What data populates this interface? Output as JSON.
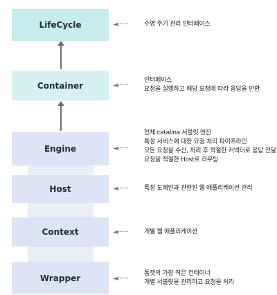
{
  "diagram": {
    "layers": [
      {
        "label": "LifeCycle",
        "description": [
          "수명 주기 관리 인터페이스"
        ]
      },
      {
        "label": "Container",
        "description": [
          "인터페이스",
          "요청을 실행하고 해당 요청에 따라 응답을 반환"
        ]
      },
      {
        "label": "Engine",
        "description": [
          "전체 catalina 서블릿 엔진",
          "특정 서비스에 대한 요청 처리 파이프라인",
          "모든 요청을 수신, 처리 후 적절한 커넥터로 응답 전달",
          "요청을 적절한 Host로 라우팅"
        ]
      },
      {
        "label": "Host",
        "description": [
          "특정 도메인과 관련된 웹 애플리케이션 관리"
        ]
      },
      {
        "label": "Context",
        "description": [
          "개별 웹 애플리케이션"
        ]
      },
      {
        "label": "Wrapper",
        "description": [
          "톰캣의 가장 작은 컨테이너",
          "개별 서블릿을 관리하고 요청을 처리"
        ]
      }
    ],
    "pointer_glyph": "◄·······"
  }
}
